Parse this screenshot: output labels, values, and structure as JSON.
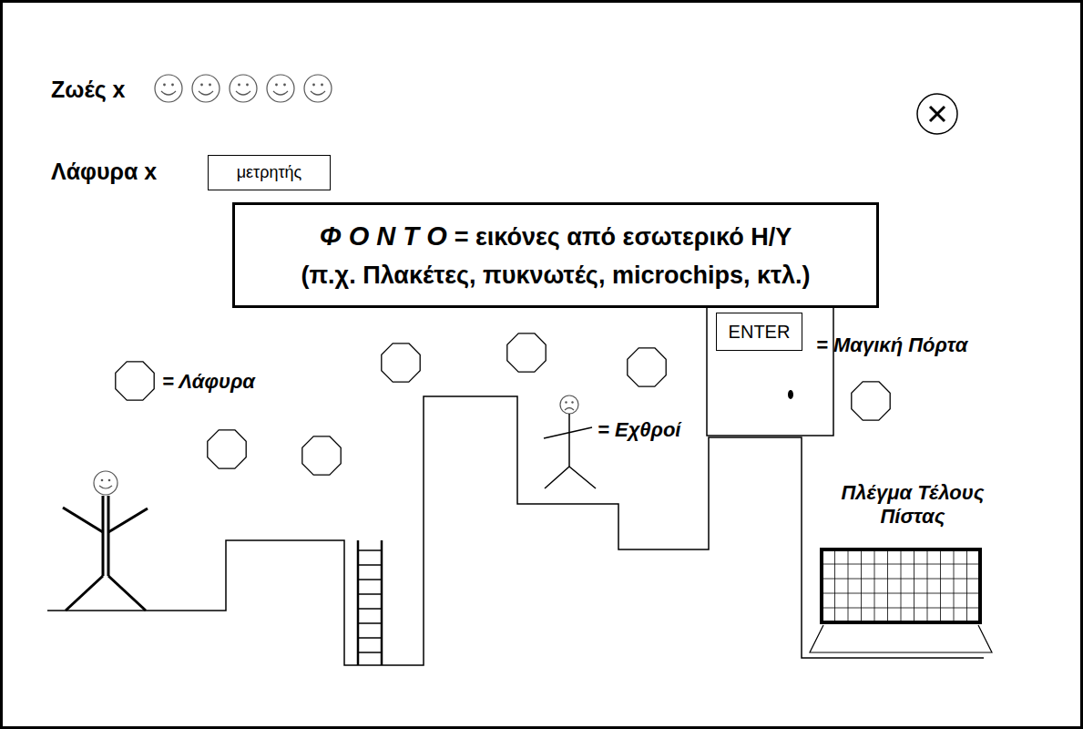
{
  "diagram": {
    "nodes": [
      {
        "text": [
          "μετρητής"
        ]
      },
      {
        "text": [
          "Φ Ο Ν Τ Ο",
          "= εικόνες από εσωτερικό Η/Υ",
          "(π.χ. Πλακέτες, πυκνωτές, microchips, κτλ.)"
        ]
      },
      {
        "text": [
          "ENTER"
        ]
      }
    ],
    "labels": [
      "Ζωές x",
      "Λάφυρα x",
      "= Λάφυρα",
      "= Εχθροί",
      "= Μαγική Πόρτα",
      "Πλέγμα Τέλους Πίστας"
    ]
  }
}
